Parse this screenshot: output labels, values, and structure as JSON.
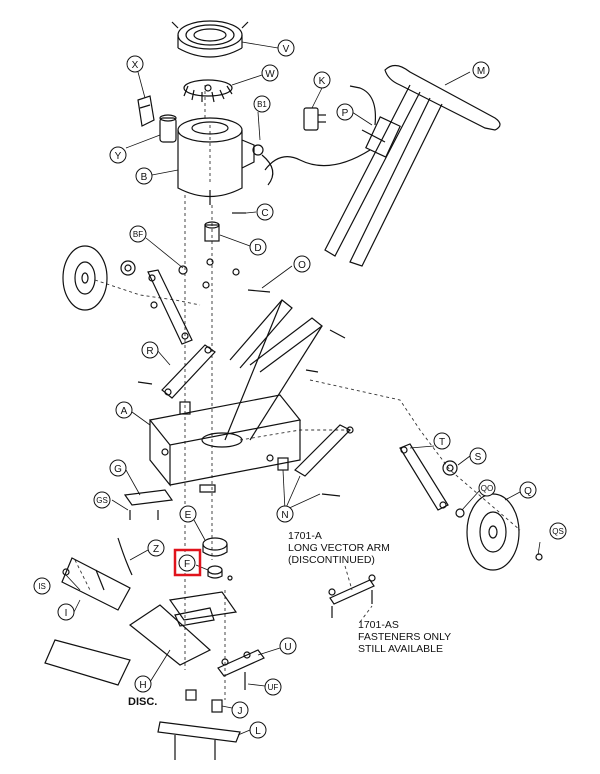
{
  "callouts": {
    "V": "V",
    "W": "W",
    "X": "X",
    "B1": "B1",
    "Y": "Y",
    "B": "B",
    "K": "K",
    "P": "P",
    "M": "M",
    "C": "C",
    "D": "D",
    "BF": "BF",
    "O": "O",
    "R": "R",
    "A": "A",
    "T": "T",
    "S": "S",
    "G": "G",
    "QO": "QO",
    "Q": "Q",
    "GS": "GS",
    "N": "N",
    "E": "E",
    "F": "F",
    "Z": "Z",
    "QS": "QS",
    "IS": "IS",
    "I": "I",
    "U": "U",
    "UF": "UF",
    "H": "H",
    "J": "J",
    "L": "L"
  },
  "labels": {
    "disc": "DISC."
  },
  "notes": {
    "arm_title": "1701-A",
    "arm_line1": "LONG VECTOR ARM",
    "arm_line2": "(DISCONTINUED)",
    "fast_title": "1701-AS",
    "fast_line1": "FASTENERS ONLY",
    "fast_line2": "STILL AVAILABLE"
  },
  "highlight": {
    "callout": "F",
    "color": "#e0131c"
  }
}
